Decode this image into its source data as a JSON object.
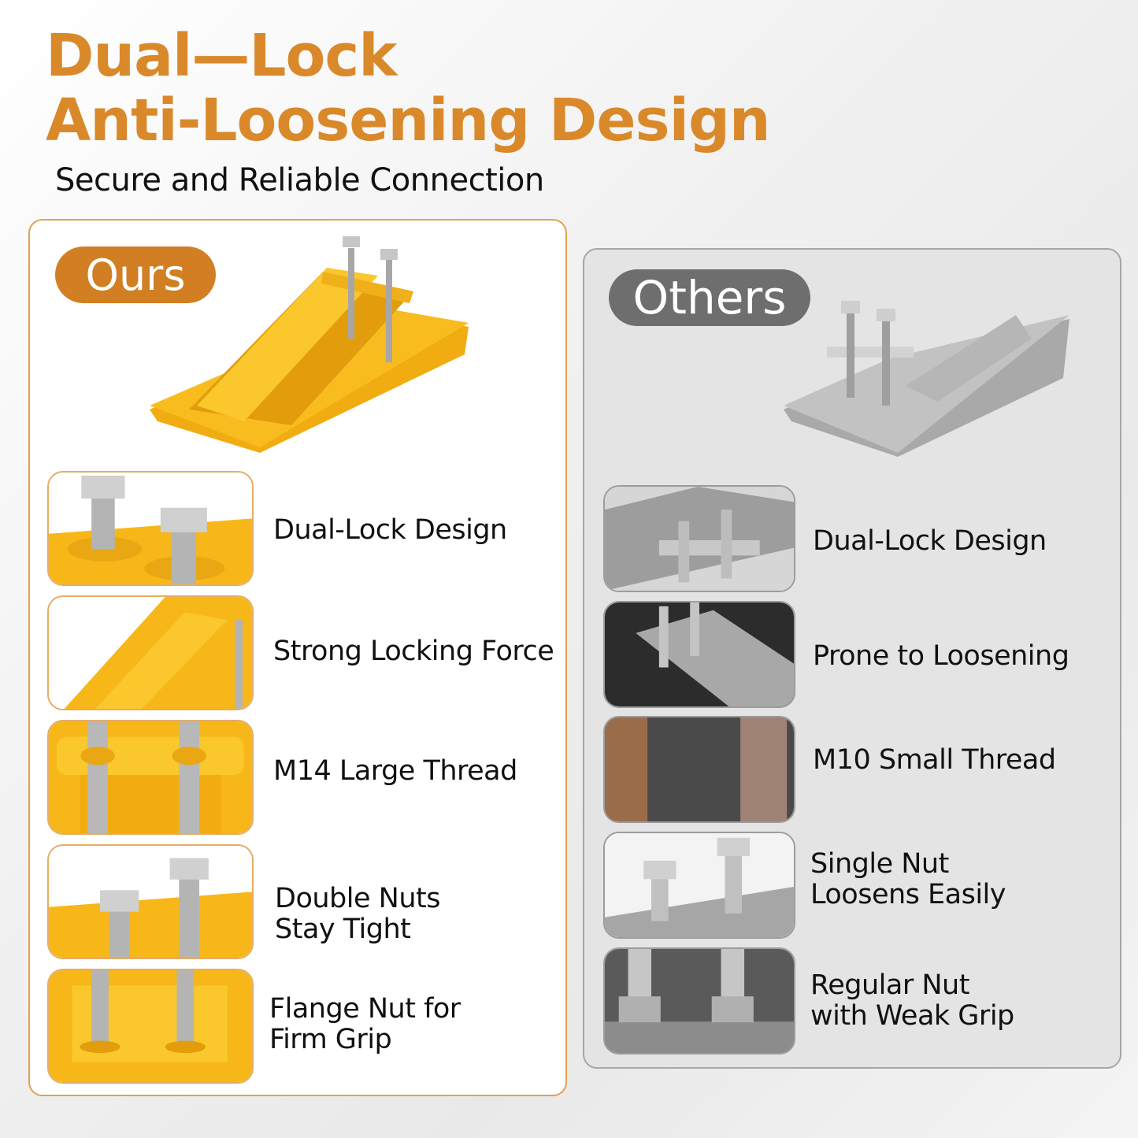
{
  "header": {
    "title_line1": "Dual—Lock",
    "title_line2": "Anti-Loosening Design",
    "subtitle": "Secure and Reliable Connection"
  },
  "ours": {
    "badge": "Ours",
    "features": [
      {
        "line1": "Dual-Lock Design",
        "line2": ""
      },
      {
        "line1": "Strong Locking Force",
        "line2": ""
      },
      {
        "line1": "M14 Large Thread",
        "line2": ""
      },
      {
        "line1": "Double Nuts",
        "line2": "Stay Tight"
      },
      {
        "line1": "Flange Nut for",
        "line2": "Firm Grip"
      }
    ]
  },
  "others": {
    "badge": "Others",
    "features": [
      {
        "line1": "Dual-Lock Design",
        "line2": ""
      },
      {
        "line1": "Prone to Loosening",
        "line2": ""
      },
      {
        "line1": "M10 Small Thread",
        "line2": ""
      },
      {
        "line1": "Single Nut",
        "line2": "Loosens Easily"
      },
      {
        "line1": "Regular Nut",
        "line2": "with Weak Grip"
      }
    ]
  },
  "colors": {
    "title_orange": "#d9892a",
    "ours_pill": "#d17f22",
    "others_pill": "#6e6e6e",
    "product_yellow": "#f7b718",
    "product_gray": "#b2b2b2"
  }
}
